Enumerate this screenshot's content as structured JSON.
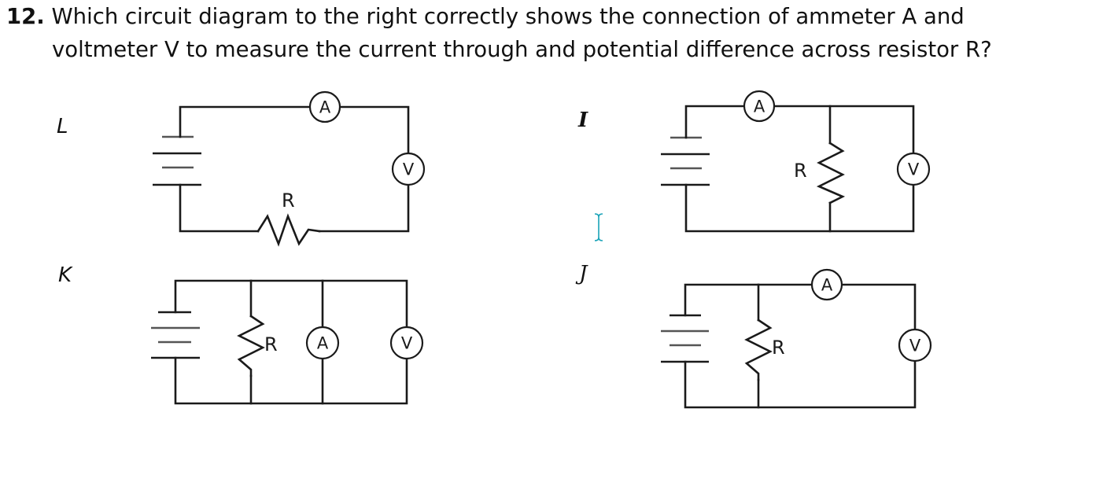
{
  "question": {
    "number": "12.",
    "line1": "Which circuit diagram to the right correctly shows the connection of ammeter A and",
    "line2": "voltmeter V to measure the current through and potential difference across resistor R?"
  },
  "options": [
    {
      "id": "L",
      "label": "L",
      "ammeter": "A",
      "voltmeter": "V",
      "resistor": "R"
    },
    {
      "id": "I",
      "label": "I",
      "ammeter": "A",
      "voltmeter": "V",
      "resistor": "R"
    },
    {
      "id": "K",
      "label": "K",
      "ammeter": "A",
      "voltmeter": "V",
      "resistor": "R"
    },
    {
      "id": "J",
      "label": "J",
      "ammeter": "A",
      "voltmeter": "V",
      "resistor": "R"
    }
  ],
  "cursor": {
    "icon": "text-cursor-icon",
    "color": "#1aa3b8"
  }
}
